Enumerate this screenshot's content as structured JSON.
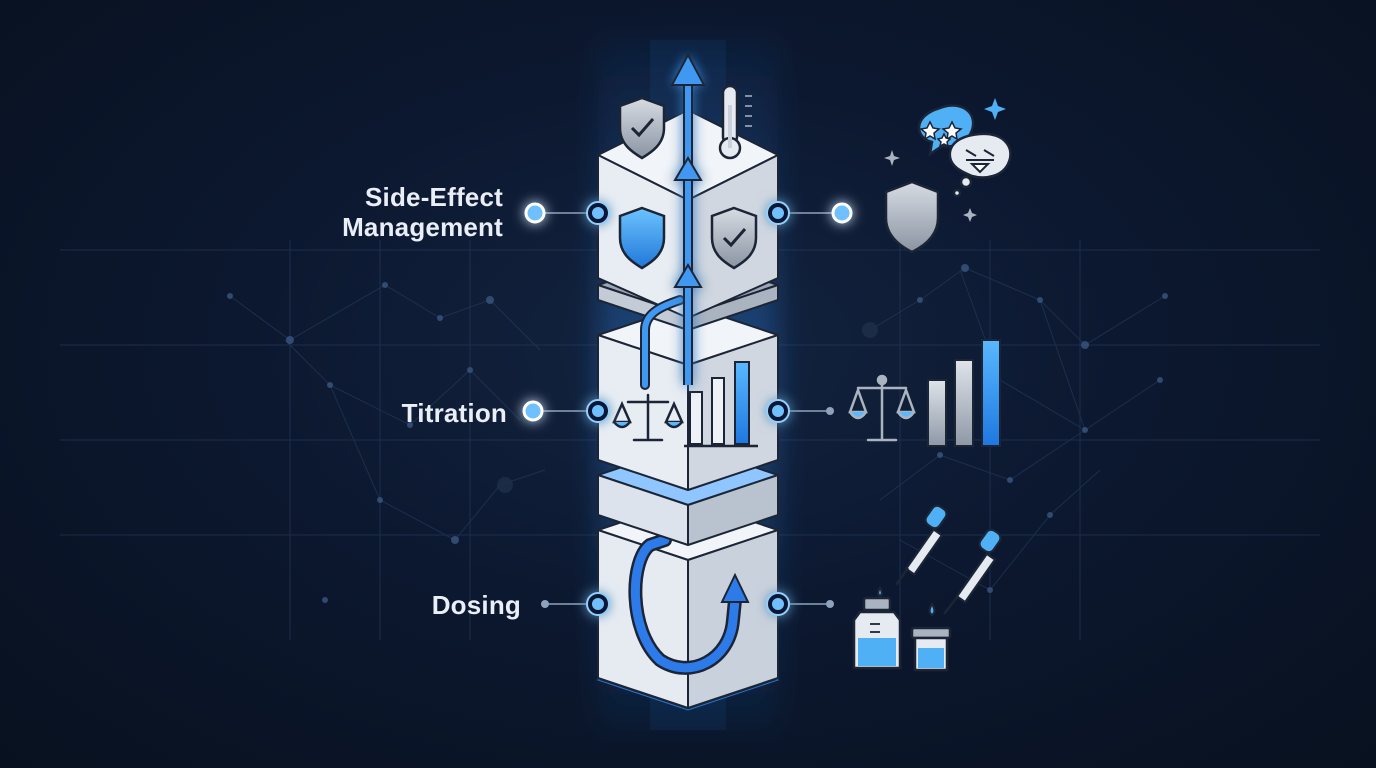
{
  "layers": [
    {
      "id": "side-effect-management",
      "label_lines": [
        "Side-Effect",
        "Management"
      ]
    },
    {
      "id": "titration",
      "label_lines": [
        "Titration"
      ]
    },
    {
      "id": "dosing",
      "label_lines": [
        "Dosing"
      ]
    }
  ],
  "icons": {
    "top": [
      "shield-check-icon",
      "thermometer-icon"
    ],
    "side_effect": [
      "shield-icon",
      "shield-check-icon",
      "chat-bubbles-icon",
      "sparkle-icon"
    ],
    "titration": [
      "balance-scale-icon",
      "bar-chart-icon"
    ],
    "dosing": [
      "u-turn-arrow-icon",
      "dropper-icon",
      "vial-icon",
      "cup-icon"
    ]
  },
  "colors": {
    "background": "#0b1629",
    "accent": "#2d8cf0",
    "accent_light": "#5ab8ff",
    "block_face": "#e6ebf2",
    "block_side": "#c9d1dc",
    "outline": "#1c2536"
  }
}
